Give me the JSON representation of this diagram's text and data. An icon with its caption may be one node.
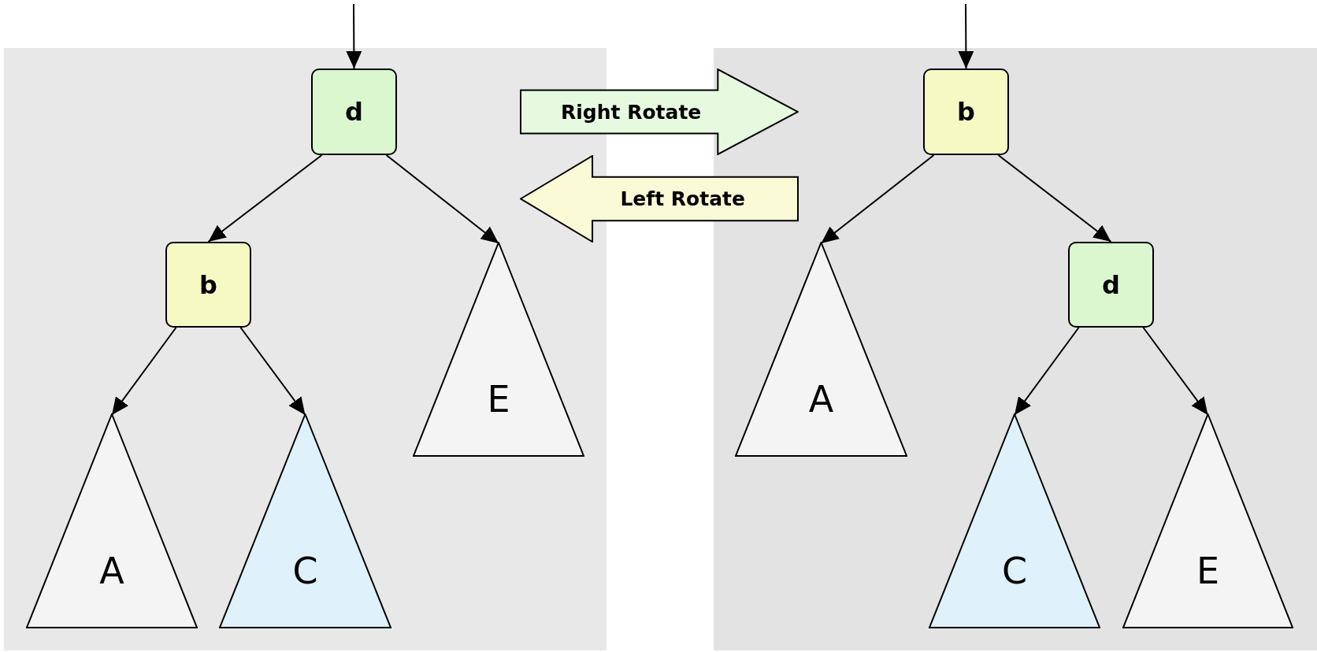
{
  "diagram": {
    "nodes": [
      {
        "text": [],
        "shape": "box"
      },
      {
        "text": [
          "d"
        ],
        "in": 0
      },
      {
        "text": [
          "b"
        ],
        "in": 0
      },
      {
        "text": [
          "E"
        ],
        "in": 0
      },
      {
        "text": [
          "A"
        ],
        "in": 0
      },
      {
        "text": [
          "C"
        ],
        "in": 0
      },
      {
        "text": [
          "Right Rotate"
        ]
      },
      {
        "text": [
          "Left Rotate"
        ]
      },
      {
        "text": [],
        "shape": "box"
      },
      {
        "text": [
          "b"
        ],
        "in": 8
      },
      {
        "text": [
          "A"
        ],
        "in": 8
      },
      {
        "text": [
          "d"
        ],
        "in": 8
      },
      {
        "text": [
          "C"
        ],
        "in": 8
      },
      {
        "text": [
          "E"
        ],
        "in": 8
      }
    ],
    "edges": [
      {
        "from": null,
        "to": 1,
        "arrow": "to"
      },
      {
        "from": 1,
        "to": 2,
        "arrow": "to"
      },
      {
        "from": 1,
        "to": 3,
        "arrow": "to"
      },
      {
        "from": 2,
        "to": 4,
        "arrow": "to"
      },
      {
        "from": 2,
        "to": 5,
        "arrow": "to"
      },
      {
        "from": null,
        "to": 9,
        "arrow": "to"
      },
      {
        "from": 9,
        "to": 10,
        "arrow": "to"
      },
      {
        "from": 9,
        "to": 11,
        "arrow": "to"
      },
      {
        "from": 11,
        "to": 12,
        "arrow": "to"
      },
      {
        "from": 11,
        "to": 13,
        "arrow": "to"
      }
    ]
  }
}
